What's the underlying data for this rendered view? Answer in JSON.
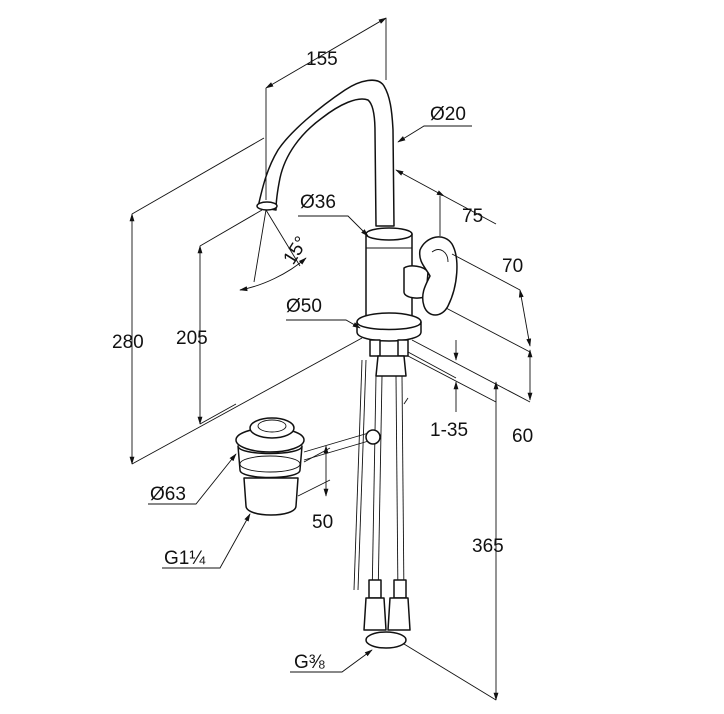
{
  "dimensions": {
    "spout_reach": "155",
    "spout_diameter": "Ø20",
    "handle_offset": "75",
    "body_diameter": "Ø36",
    "spout_angle": "15°",
    "handle_height": "70",
    "base_diameter": "Ø50",
    "total_height": "280",
    "spout_outlet_height": "205",
    "deck_thickness": "1-35",
    "base_height": "60",
    "waste_diameter": "Ø63",
    "waste_height": "50",
    "waste_thread": "G1¼",
    "hose_length": "365",
    "hose_thread": "G⅜"
  },
  "colors": {
    "line": "#111111",
    "background": "#ffffff"
  }
}
